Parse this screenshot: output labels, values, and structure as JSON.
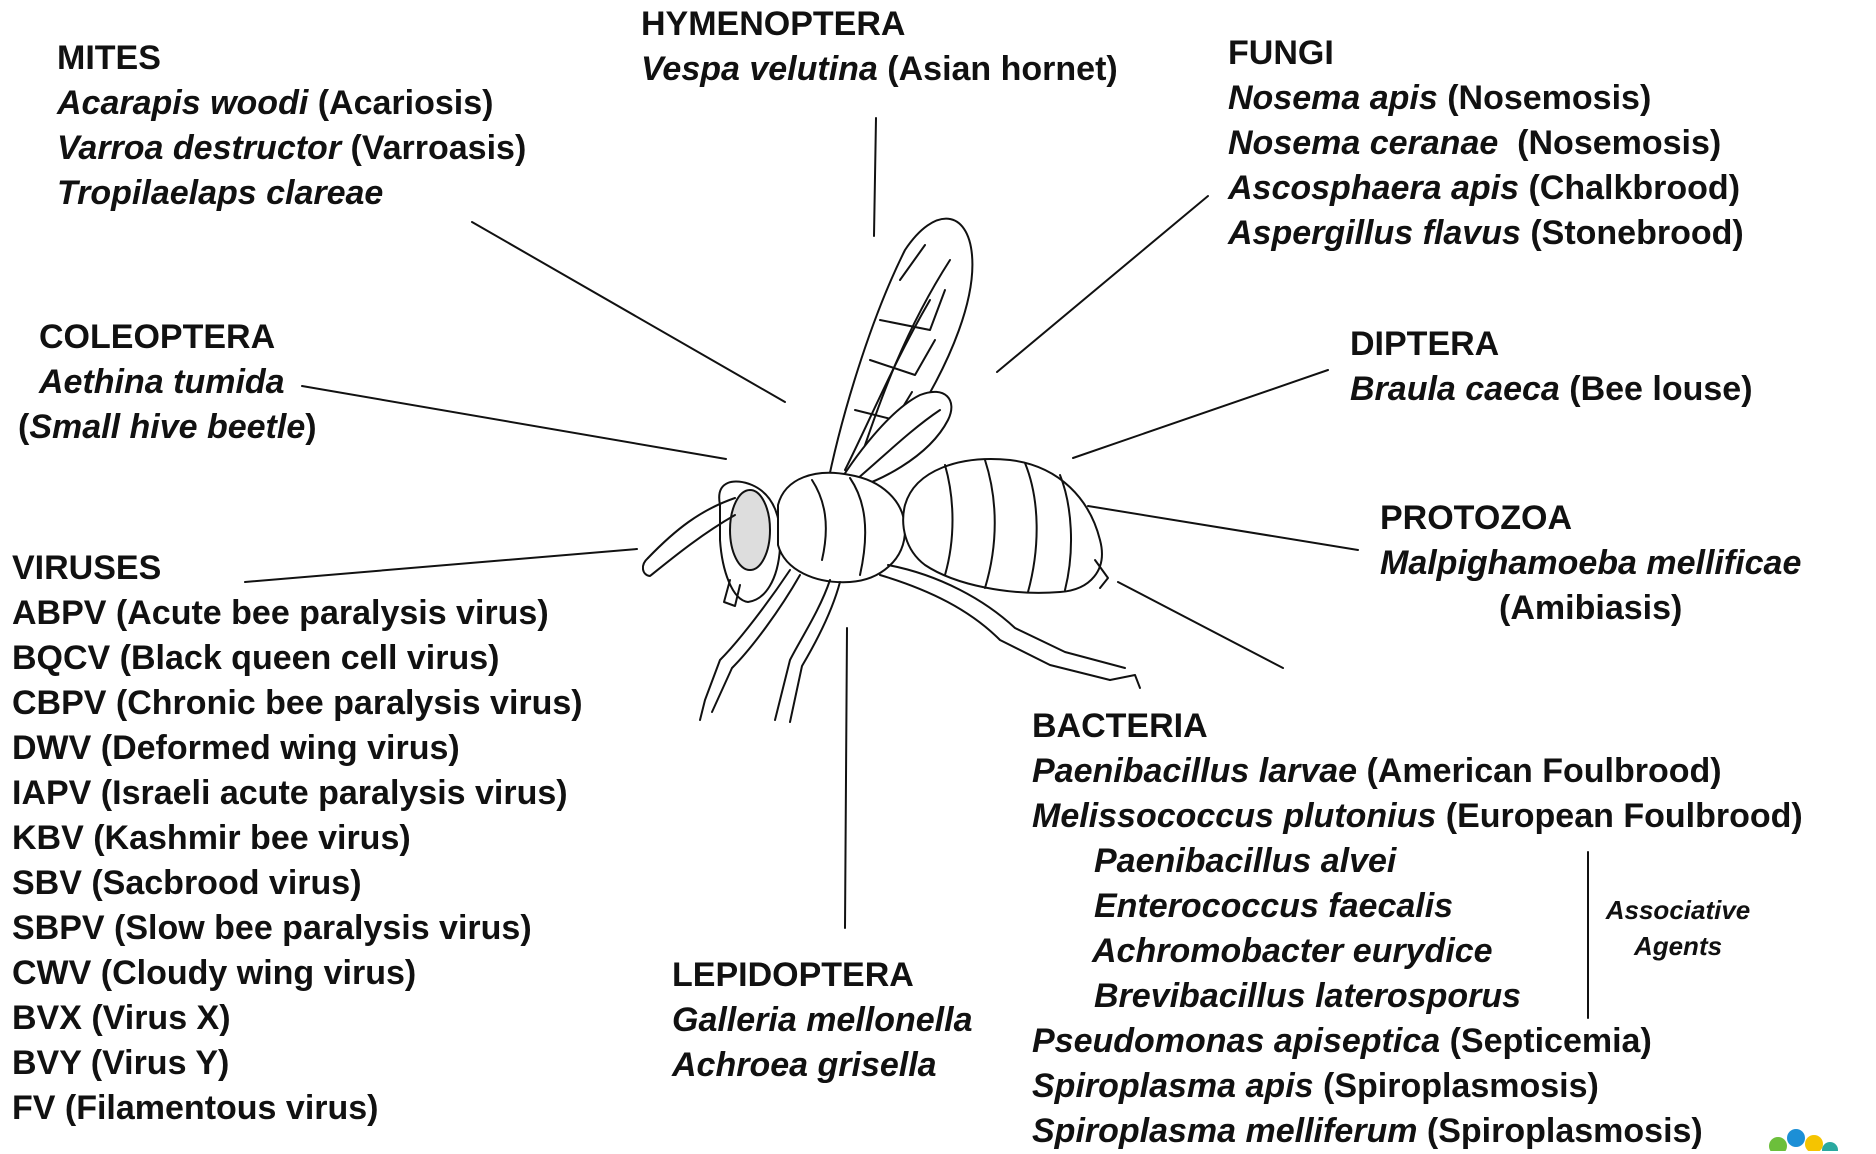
{
  "groups": {
    "mites": {
      "title": "MITES",
      "items": [
        {
          "species": "Acarapis woodi",
          "note": " (Acariosis)"
        },
        {
          "species": "Varroa destructor",
          "note": " (Varroasis)"
        },
        {
          "species": "Tropilaelaps clareae",
          "note": ""
        }
      ]
    },
    "hymenoptera": {
      "title": "HYMENOPTERA",
      "items": [
        {
          "species": "Vespa velutina",
          "note": " (Asian hornet)"
        }
      ]
    },
    "fungi": {
      "title": "FUNGI",
      "items": [
        {
          "species": "Nosema apis",
          "note": " (Nosemosis)"
        },
        {
          "species": "Nosema ceranae",
          "note": "  (Nosemosis)"
        },
        {
          "species": "Ascosphaera apis",
          "note": " (Chalkbrood)"
        },
        {
          "species": "Aspergillus flavus",
          "note": " (Stonebrood)"
        }
      ]
    },
    "coleoptera": {
      "title": "COLEOPTERA",
      "species": "Aethina tumida",
      "common_open": "(",
      "common": "Small hive beetle",
      "common_close": ")"
    },
    "diptera": {
      "title": "DIPTERA",
      "items": [
        {
          "species": "Braula caeca",
          "note": " (Bee louse)"
        }
      ]
    },
    "protozoa": {
      "title": "PROTOZOA",
      "species": "Malpighamoeba mellificae",
      "note": "(Amibiasis)"
    },
    "viruses": {
      "title": "VIRUSES",
      "items": [
        "ABPV (Acute bee paralysis virus)",
        "BQCV (Black queen cell virus)",
        "CBPV (Chronic bee paralysis virus)",
        "DWV (Deformed wing virus)",
        "IAPV (Israeli acute paralysis virus)",
        "KBV (Kashmir bee virus)",
        "SBV (Sacbrood virus)",
        "SBPV (Slow bee paralysis virus)",
        "CWV (Cloudy wing virus)",
        "BVX (Virus X)",
        "BVY (Virus Y)",
        "FV (Filamentous virus)"
      ]
    },
    "lepidoptera": {
      "title": "LEPIDOPTERA",
      "items": [
        {
          "species": "Galleria mellonella",
          "note": ""
        },
        {
          "species": "Achroea grisella",
          "note": ""
        }
      ]
    },
    "bacteria": {
      "title": "BACTERIA",
      "top_items": [
        {
          "species": "Paenibacillus larvae",
          "note": " (American Foulbrood)"
        },
        {
          "species": "Melissococcus plutonius",
          "note": " (European Foulbrood)"
        }
      ],
      "associative_items": [
        "Paenibacillus alvei",
        "Enterococcus faecalis",
        "Achromobacter eurydice",
        "Brevibacillus laterosporus"
      ],
      "associative_label_1": "Associative",
      "associative_label_2": "Agents",
      "bottom_items": [
        {
          "species": "Pseudomonas apiseptica",
          "note": " (Septicemia)"
        },
        {
          "species": "Spiroplasma apis",
          "note": " (Spiroplasmosis)"
        },
        {
          "species": "Spiroplasma melliferum",
          "note": " (Spiroplasmosis)"
        }
      ]
    }
  },
  "colors": {
    "text": "#111111",
    "line": "#111111",
    "logo_green": "#6cbf3b",
    "logo_blue": "#1c8fd6",
    "logo_yellow": "#f5c400",
    "logo_teal": "#2aa9a0"
  }
}
